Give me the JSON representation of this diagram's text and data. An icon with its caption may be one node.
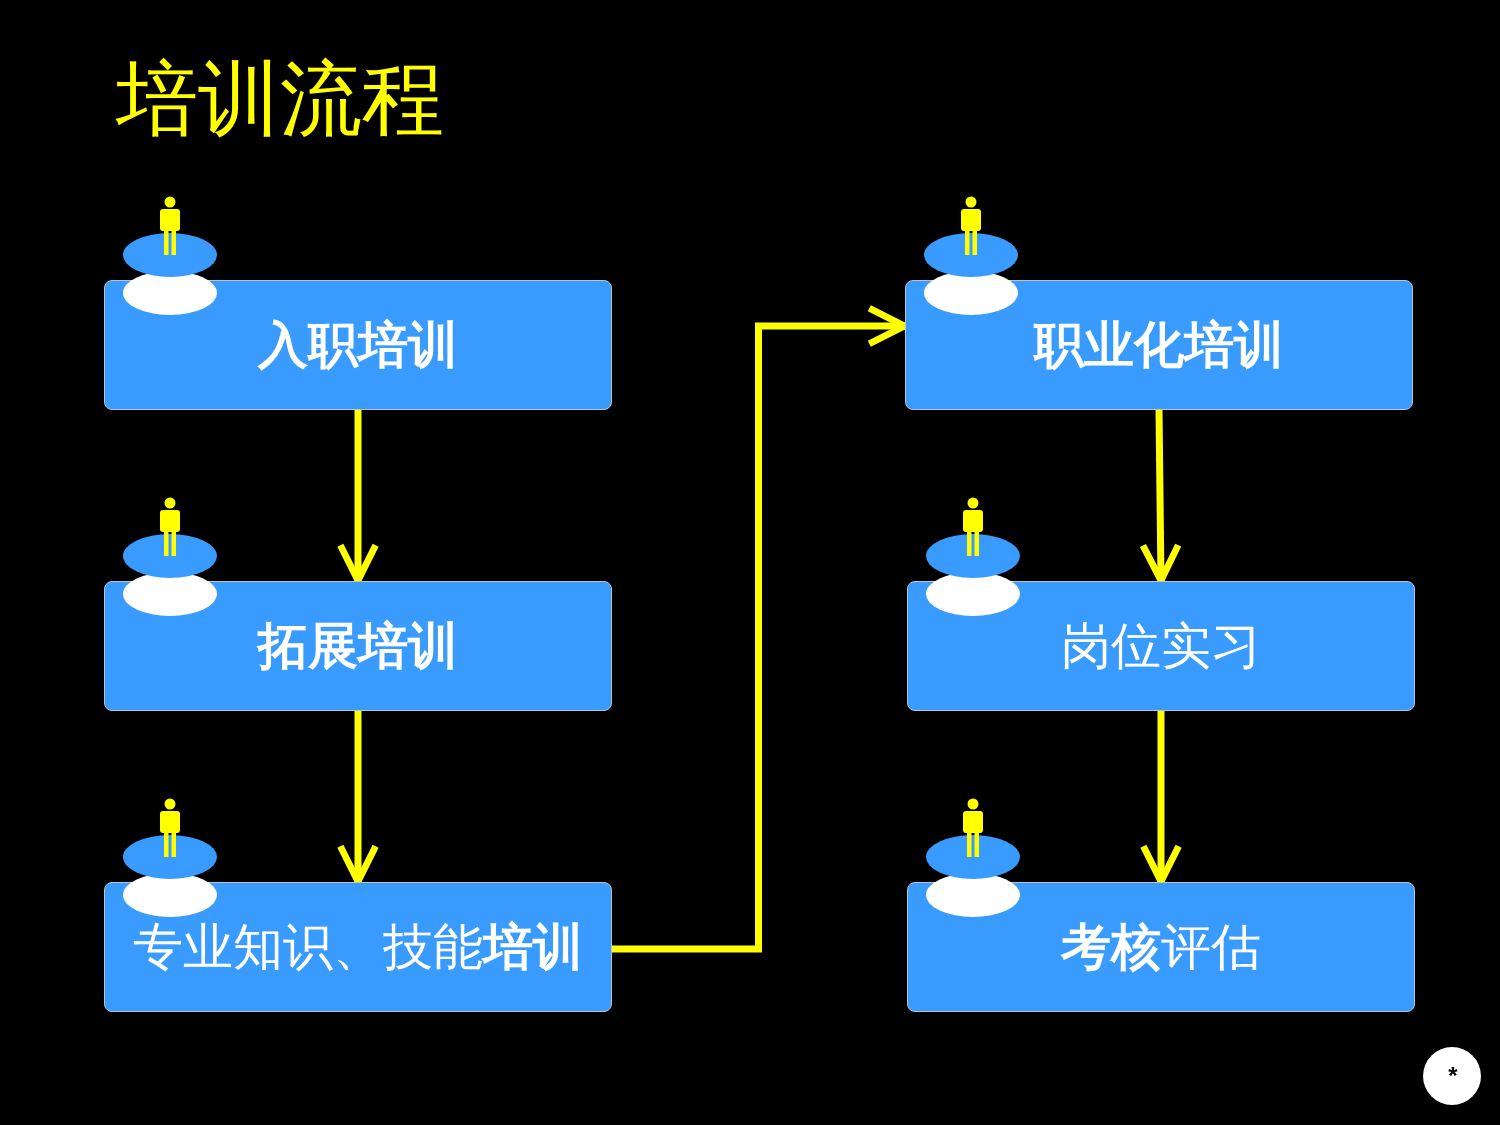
{
  "diagram": {
    "title": "培训流程",
    "nodes": [
      {
        "text": [
          "入职培训"
        ]
      },
      {
        "text": [
          "拓展培训"
        ]
      },
      {
        "text": [
          "专业知识、技能**培训**"
        ]
      },
      {
        "text": [
          "职业化培训"
        ]
      },
      {
        "text": [
          "岗位实习"
        ]
      },
      {
        "text": [
          "**考核**评估"
        ]
      }
    ],
    "edges": [
      {
        "from": 0,
        "to": 1,
        "arrow": "to"
      },
      {
        "from": 1,
        "to": 2,
        "arrow": "to"
      },
      {
        "from": 2,
        "to": 3,
        "arrow": "to"
      },
      {
        "from": 3,
        "to": 4,
        "arrow": "to"
      },
      {
        "from": 4,
        "to": 5,
        "arrow": "to"
      }
    ],
    "labels": [
      "*"
    ]
  }
}
